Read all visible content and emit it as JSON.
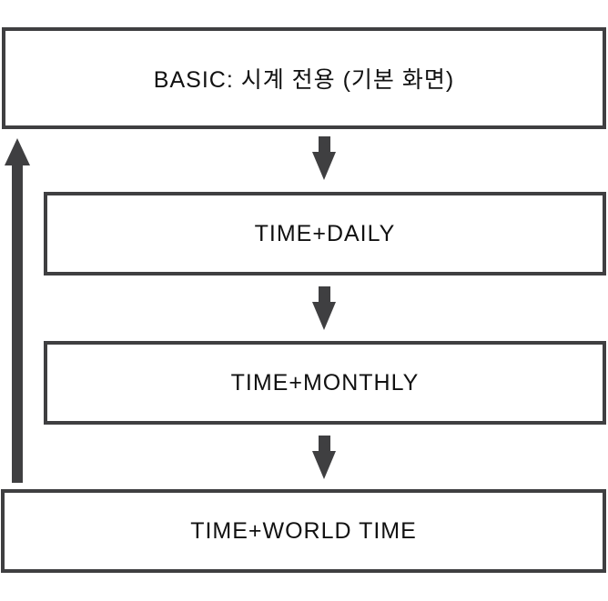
{
  "diagram": {
    "type": "flowchart",
    "background_color": "#ffffff",
    "line_color": "#3f3f41",
    "text_color": "#111111",
    "nodes": [
      {
        "id": "basic",
        "label": "BASIC: 시계 전용 (기본 화면)"
      },
      {
        "id": "time-daily",
        "label": "TIME+DAILY"
      },
      {
        "id": "time-monthly",
        "label": "TIME+MONTHLY"
      },
      {
        "id": "time-world-time",
        "label": "TIME+WORLD TIME"
      }
    ],
    "arrows": [
      {
        "from": "basic",
        "to": "time-daily",
        "direction": "down"
      },
      {
        "from": "time-daily",
        "to": "time-monthly",
        "direction": "down"
      },
      {
        "from": "time-monthly",
        "to": "time-world-time",
        "direction": "down"
      },
      {
        "from": "time-world-time",
        "to": "basic",
        "direction": "up"
      }
    ]
  }
}
